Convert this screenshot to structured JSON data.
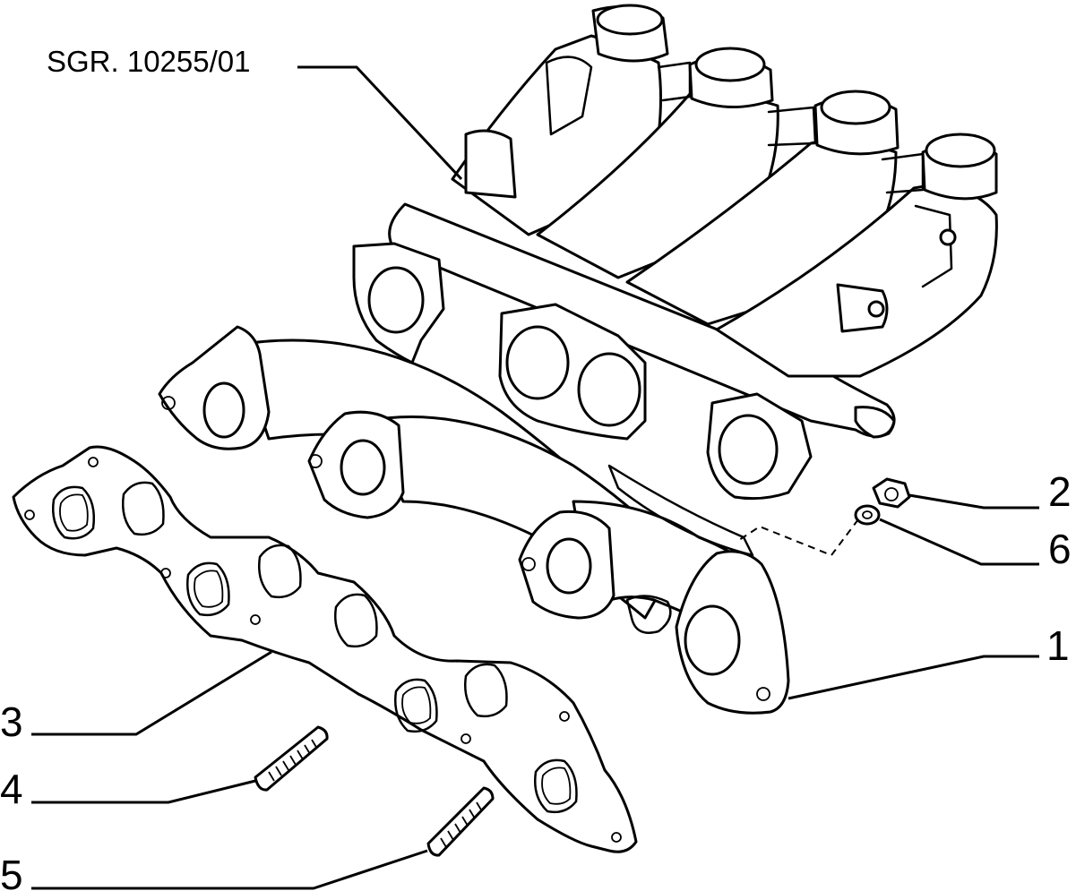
{
  "diagram": {
    "reference_code": "SGR. 10255/01",
    "callouts": [
      {
        "id": "1",
        "label": "1"
      },
      {
        "id": "2",
        "label": "2"
      },
      {
        "id": "3",
        "label": "3"
      },
      {
        "id": "4",
        "label": "4"
      },
      {
        "id": "5",
        "label": "5"
      },
      {
        "id": "6",
        "label": "6"
      }
    ]
  }
}
